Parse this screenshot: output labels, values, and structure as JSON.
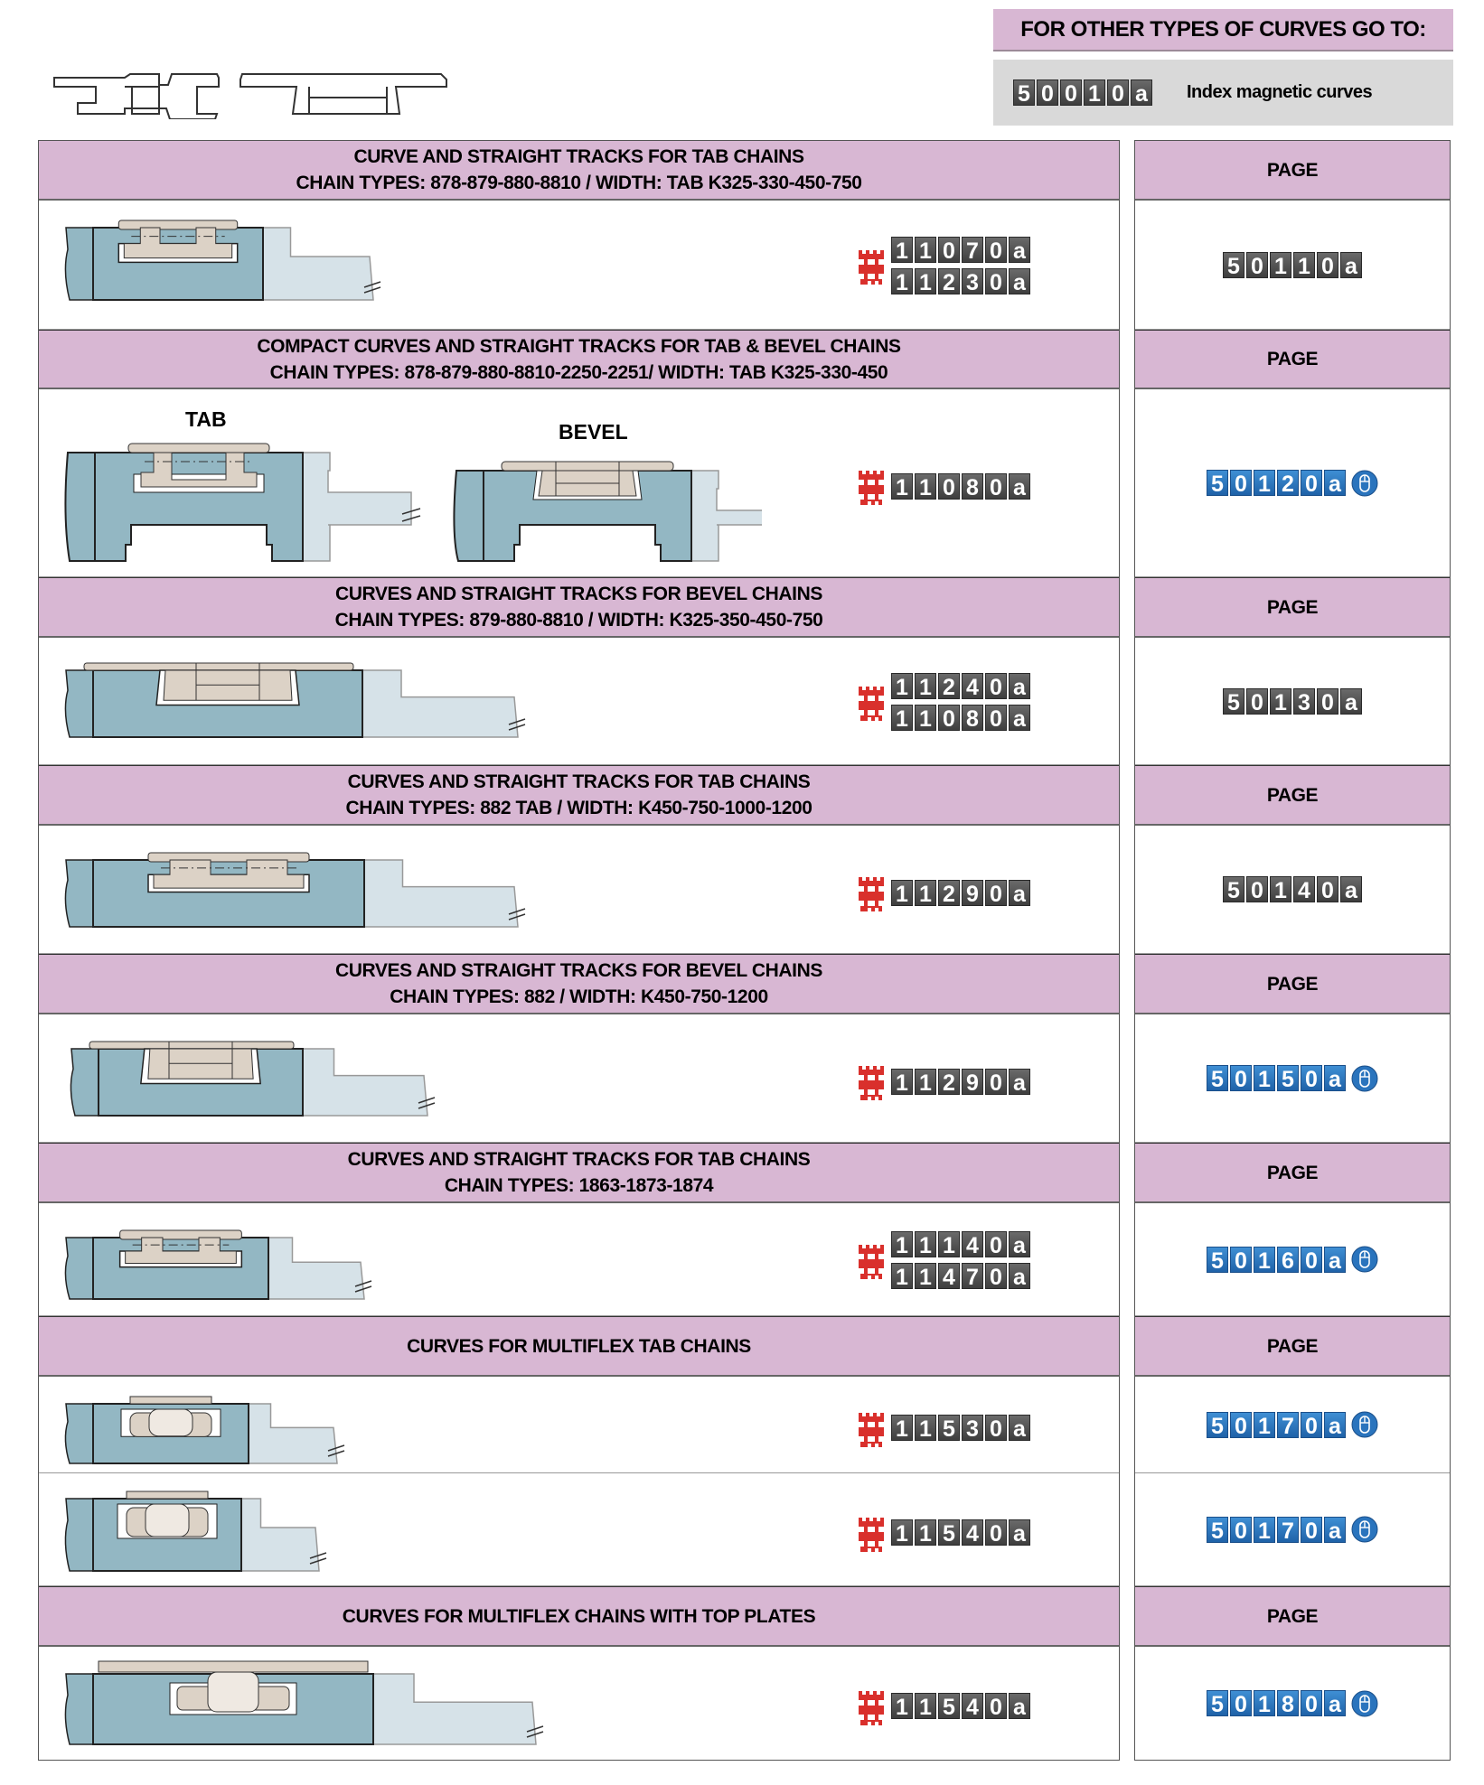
{
  "goto": {
    "header": "FOR OTHER TYPES OF CURVES  GO TO:",
    "code": "50010a",
    "label": "Index magnetic curves"
  },
  "colors": {
    "header_bg": "#d8b7d3",
    "track": "#93b7c3",
    "track_light": "#d6e2e8",
    "chain": "#dcd2c6",
    "code_dark": "#4a4a4a",
    "code_blue": "#2a74bd",
    "catalog_icon": "#d9302c"
  },
  "page_header": "PAGE",
  "sections": [
    {
      "title": "CURVE AND STRAIGHT TRACKS FOR TAB CHAINS",
      "subtitle": "CHAIN TYPES: 878-879-880-8810 / WIDTH: TAB K325-330-450-750",
      "rows": [
        {
          "codes": [
            "11070a",
            "11230a"
          ],
          "page": "50110a",
          "page_link": false
        }
      ]
    },
    {
      "title": "COMPACT CURVES AND STRAIGHT TRACKS FOR TAB & BEVEL CHAINS",
      "subtitle": "CHAIN TYPES:  878-879-880-8810-2250-2251/ WIDTH: TAB K325-330-450",
      "labels": [
        "TAB",
        "BEVEL"
      ],
      "rows": [
        {
          "codes": [
            "11080a"
          ],
          "page": "50120a",
          "page_link": true
        }
      ]
    },
    {
      "title": "CURVES AND STRAIGHT TRACKS FOR BEVEL CHAINS",
      "subtitle": "CHAIN TYPES: 879-880-8810 / WIDTH: K325-350-450-750",
      "rows": [
        {
          "codes": [
            "11240a",
            "11080a"
          ],
          "page": "50130a",
          "page_link": false
        }
      ]
    },
    {
      "title": "CURVES AND STRAIGHT TRACKS FOR TAB CHAINS",
      "subtitle": "CHAIN TYPES: 882 TAB / WIDTH: K450-750-1000-1200",
      "rows": [
        {
          "codes": [
            "11290a"
          ],
          "page": "50140a",
          "page_link": false
        }
      ]
    },
    {
      "title": "CURVES AND STRAIGHT TRACKS FOR BEVEL CHAINS",
      "subtitle": "CHAIN TYPES: 882 / WIDTH: K450-750-1200",
      "rows": [
        {
          "codes": [
            "11290a"
          ],
          "page": "50150a",
          "page_link": true
        }
      ]
    },
    {
      "title": "CURVES AND STRAIGHT TRACKS FOR TAB CHAINS",
      "subtitle": "CHAIN TYPES: 1863-1873-1874",
      "rows": [
        {
          "codes": [
            "11140a",
            "11470a"
          ],
          "page": "50160a",
          "page_link": true
        }
      ]
    },
    {
      "title": "CURVES FOR MULTIFLEX TAB CHAINS",
      "subtitle": "",
      "rows": [
        {
          "codes": [
            "11530a"
          ],
          "page": "50170a",
          "page_link": true
        },
        {
          "codes": [
            "11540a"
          ],
          "page": "50170a",
          "page_link": true
        }
      ]
    },
    {
      "title": "CURVES FOR MULTIFLEX CHAINS WITH TOP PLATES",
      "subtitle": "",
      "rows": [
        {
          "codes": [
            "11540a"
          ],
          "page": "50180a",
          "page_link": true
        }
      ]
    }
  ]
}
